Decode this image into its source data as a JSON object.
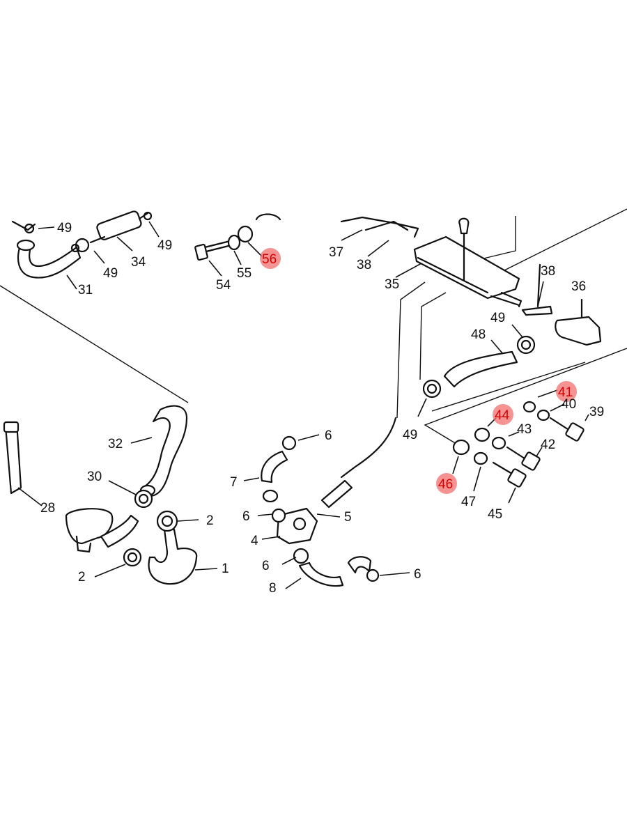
{
  "labels": [
    {
      "id": "49",
      "text": "49"
    },
    {
      "id": "34",
      "text": "34"
    },
    {
      "id": "31",
      "text": "31"
    },
    {
      "id": "54",
      "text": "54"
    },
    {
      "id": "55",
      "text": "55"
    },
    {
      "id": "56",
      "text": "56",
      "highlighted": true
    },
    {
      "id": "37",
      "text": "37"
    },
    {
      "id": "38",
      "text": "38"
    },
    {
      "id": "35",
      "text": "35"
    },
    {
      "id": "36",
      "text": "36"
    },
    {
      "id": "48",
      "text": "48"
    },
    {
      "id": "41",
      "text": "41",
      "highlighted": true
    },
    {
      "id": "40",
      "text": "40"
    },
    {
      "id": "39",
      "text": "39"
    },
    {
      "id": "44",
      "text": "44",
      "highlighted": true
    },
    {
      "id": "43",
      "text": "43"
    },
    {
      "id": "42",
      "text": "42"
    },
    {
      "id": "46",
      "text": "46",
      "highlighted": true
    },
    {
      "id": "47",
      "text": "47"
    },
    {
      "id": "45",
      "text": "45"
    },
    {
      "id": "32",
      "text": "32"
    },
    {
      "id": "30",
      "text": "30"
    },
    {
      "id": "28",
      "text": "28"
    },
    {
      "id": "2",
      "text": "2"
    },
    {
      "id": "1",
      "text": "1"
    },
    {
      "id": "6",
      "text": "6"
    },
    {
      "id": "7",
      "text": "7"
    },
    {
      "id": "5",
      "text": "5"
    },
    {
      "id": "4",
      "text": "4"
    },
    {
      "id": "8",
      "text": "8"
    }
  ],
  "colors": {
    "highlight": "#f26d6d",
    "highlight_text": "#d40000",
    "ink": "#111111",
    "background": "#ffffff"
  }
}
